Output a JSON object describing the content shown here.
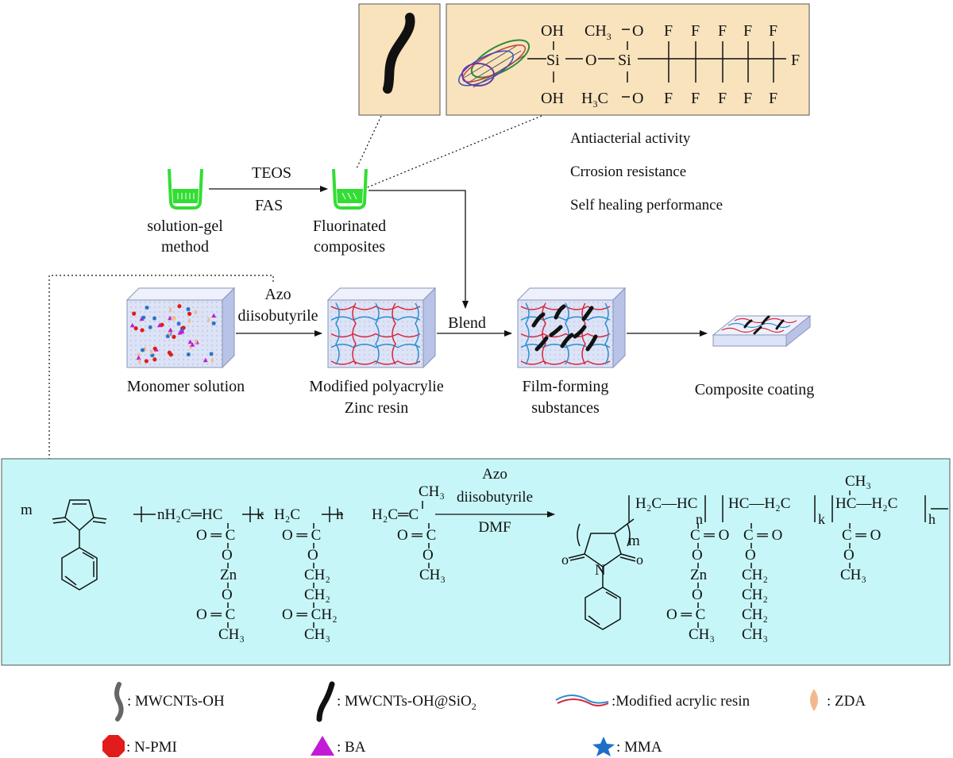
{
  "zoom_top": {
    "atoms": {
      "oh_top": "OH",
      "oh_bottom": "OH",
      "si_1": "Si",
      "o_bridge": "O",
      "si_2": "Si",
      "ch3_top": "CH",
      "ch3_top_sub": "3",
      "o_top": "O",
      "h3c_bottom": "H",
      "h3c_bottom_sub": "3",
      "h3c_bottom_c": "C",
      "o_bottom": "O",
      "f": "F"
    }
  },
  "properties": [
    "Antiacterial activity",
    "Crrosion resistance",
    "Self healing performance"
  ],
  "top_flow": {
    "reagent_1": "TEOS",
    "reagent_2": "FAS",
    "left_label": [
      "solution-gel",
      "method"
    ],
    "right_label": [
      "Fluorinated",
      "composites"
    ]
  },
  "main_flow": {
    "arrow1_label": [
      "Azo",
      "diisobutyrile"
    ],
    "arrow2_label": "Blend",
    "stages": [
      {
        "label": [
          "Monomer solution"
        ]
      },
      {
        "label": [
          "Modified polyacrylie",
          "Zinc resin"
        ]
      },
      {
        "label": [
          "Film-forming",
          "substances"
        ]
      },
      {
        "label": [
          "Composite coating"
        ]
      }
    ]
  },
  "reaction": {
    "m": "m",
    "n": "n",
    "k": "k",
    "h": "h",
    "arrow_label": [
      "Azo",
      "diisobutyrile",
      "DMF"
    ],
    "mono_2_chain": "H₂C═HC",
    "mono_3_chain": "H₂C",
    "mono_4_chain": "H₂C═C",
    "ch3": "CH₃",
    "ch2": "CH₂",
    "co": "C ═ O",
    "oc": "O ═ C",
    "o": "O",
    "zn": "Zn",
    "c": "C",
    "n_atom": "N",
    "o_small": "o",
    "prod_seg_1": "H₂C—HC",
    "prod_seg_2": "HC—H₂C",
    "prod_seg_3": "HC—H₂C",
    "oh2": "O ═ CH₂"
  },
  "legend": [
    {
      "icon": "mwcnts-oh-icon",
      "label": ": MWCNTs-OH"
    },
    {
      "icon": "mwcnts-oh-sio2-icon",
      "label": ": MWCNTs-OH@SiO",
      "sub": "2"
    },
    {
      "icon": "modified-acrylic-resin-icon",
      "label": ":Modified acrylic resin"
    },
    {
      "icon": "zda-icon",
      "label": ": ZDA"
    },
    {
      "icon": "n-pmi-icon",
      "label": ": N-PMI"
    },
    {
      "icon": "ba-icon",
      "label": ": BA"
    },
    {
      "icon": "mma-icon",
      "label": ": MMA"
    }
  ],
  "colors": {
    "zoom_panel_bg": "#f9e3bd",
    "reaction_panel_bg": "#c6f6f8",
    "beaker": "#33dd33",
    "box_front": "#dde3f6",
    "box_side": "#b9c3e8",
    "box_top": "#eef1fb",
    "npmi": "#e21b1b",
    "ba": "#c21bd8",
    "mma": "#1e6fc8",
    "zda": "#f3b98c",
    "resin_red": "#d7263d",
    "resin_blue": "#2a8fd0"
  }
}
